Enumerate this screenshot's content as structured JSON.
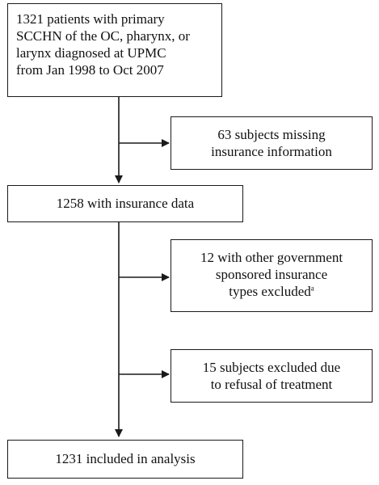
{
  "flow": {
    "start": {
      "lines": [
        "1321 patients with primary",
        "SCCHN of the OC, pharynx, or",
        "larynx diagnosed at UPMC",
        "from Jan 1998 to Oct 2007"
      ]
    },
    "exclusion_1": {
      "lines": [
        "63 subjects missing",
        "insurance information"
      ]
    },
    "step_2": {
      "text": "1258 with insurance data"
    },
    "exclusion_2": {
      "lines": [
        "12 with other government",
        "sponsored insurance",
        "types excluded"
      ],
      "footnote_marker": "a"
    },
    "exclusion_3": {
      "lines": [
        "15 subjects excluded due",
        "to refusal of treatment"
      ]
    },
    "final": {
      "text": "1231 included in analysis"
    }
  },
  "colors": {
    "stroke": "#1a1a1a",
    "background": "#ffffff",
    "text": "#111111"
  }
}
